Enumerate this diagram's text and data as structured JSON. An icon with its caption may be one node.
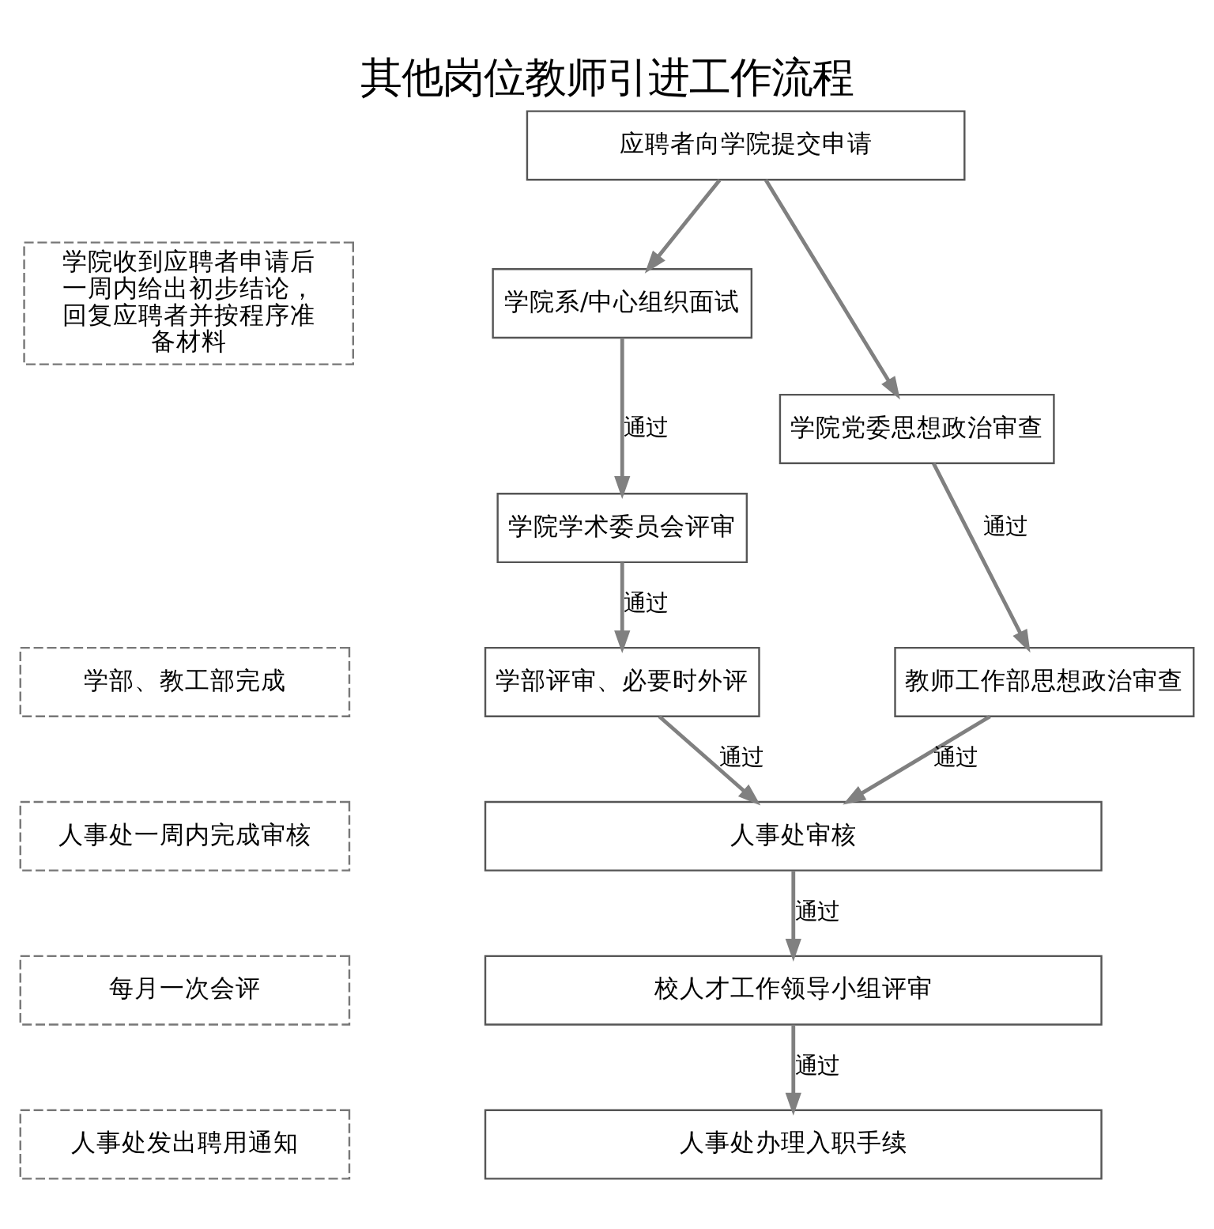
{
  "diagram": {
    "title": "其他岗位教师引进工作流程",
    "nodes": [
      {
        "text": [
          "应聘者向学院提交申请"
        ]
      },
      {
        "text": [
          "学院系/中心组织面试"
        ]
      },
      {
        "text": [
          "学院党委思想政治审查"
        ]
      },
      {
        "text": [
          "学院学术委员会评审"
        ]
      },
      {
        "text": [
          "学部评审、必要时外评"
        ]
      },
      {
        "text": [
          "教师工作部思想政治审查"
        ]
      },
      {
        "text": [
          "人事处审核"
        ]
      },
      {
        "text": [
          "校人才工作领导小组评审"
        ]
      },
      {
        "text": [
          "人事处办理入职手续"
        ]
      },
      {
        "text": [
          "学院收到应聘者申请后一周内给出初步结论，回复应聘者并按程序准备材料"
        ]
      },
      {
        "text": [
          "学部、教工部完成"
        ]
      },
      {
        "text": [
          "人事处一周内完成审核"
        ]
      },
      {
        "text": [
          "每月一次会评"
        ]
      },
      {
        "text": [
          "人事处发出聘用通知"
        ]
      }
    ],
    "edges": [
      {
        "from": 0,
        "to": 1,
        "arrow": "to"
      },
      {
        "from": 0,
        "to": 2,
        "arrow": "to"
      },
      {
        "from": 1,
        "to": 3,
        "arrow": "to",
        "label": "通过"
      },
      {
        "from": 2,
        "to": 5,
        "arrow": "to",
        "label": "通过"
      },
      {
        "from": 3,
        "to": 4,
        "arrow": "to",
        "label": "通过"
      },
      {
        "from": 4,
        "to": 6,
        "arrow": "to",
        "label": "通过"
      },
      {
        "from": 5,
        "to": 6,
        "arrow": "to",
        "label": "通过"
      },
      {
        "from": 6,
        "to": 7,
        "arrow": "to",
        "label": "通过"
      },
      {
        "from": 7,
        "to": 8,
        "arrow": "to",
        "label": "通过"
      }
    ]
  }
}
